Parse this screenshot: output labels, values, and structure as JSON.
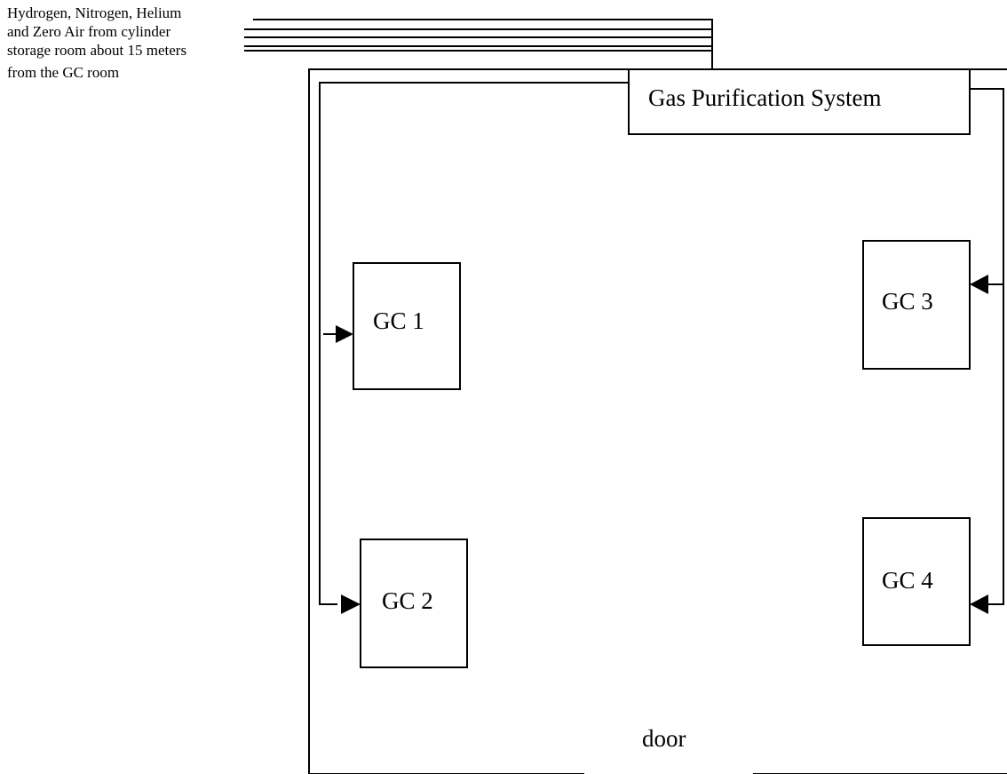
{
  "supply_note": {
    "line1": "Hydrogen, Nitrogen, Helium",
    "line2": "and Zero Air from cylinder",
    "line3": "storage room about 15 meters",
    "line4": "from the GC room"
  },
  "purification": {
    "label": "Gas Purification System"
  },
  "instruments": [
    {
      "label": "GC 1"
    },
    {
      "label": "GC 2"
    },
    {
      "label": "GC 3"
    },
    {
      "label": "GC 4"
    }
  ],
  "door": {
    "label": "door"
  }
}
